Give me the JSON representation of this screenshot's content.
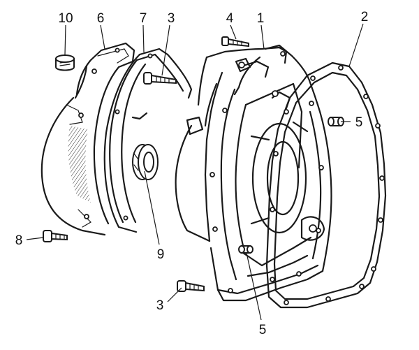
{
  "callouts": [
    {
      "id": "c10",
      "text": "10"
    },
    {
      "id": "c6",
      "text": "6"
    },
    {
      "id": "c7",
      "text": "7"
    },
    {
      "id": "c3a",
      "text": "3"
    },
    {
      "id": "c4",
      "text": "4"
    },
    {
      "id": "c1",
      "text": "1"
    },
    {
      "id": "c2",
      "text": "2"
    },
    {
      "id": "c5a",
      "text": "5"
    },
    {
      "id": "c8",
      "text": "8"
    },
    {
      "id": "c9",
      "text": "9"
    },
    {
      "id": "c3b",
      "text": "3"
    },
    {
      "id": "c5b",
      "text": "5"
    }
  ]
}
